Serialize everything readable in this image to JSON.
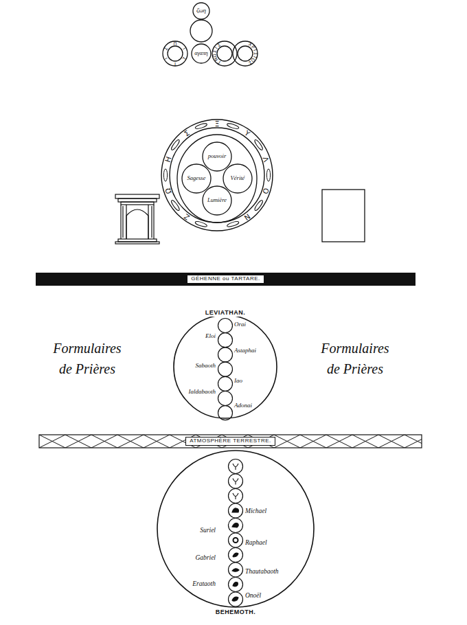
{
  "diagram": {
    "nodes": [
      {
        "text": [
          "ζωη"
        ]
      },
      {
        "text": [
          "ΠΙΣΤΙΣ"
        ]
      },
      {
        "text": [
          "αγαπη"
        ]
      },
      {
        "text": [
          "ΓΝΩΣΙΣ"
        ]
      },
      {
        "text": [
          "ΧΡΙΣΤΟΣ"
        ]
      },
      {
        "text": [
          "ΞΥΛΟΝ ΖΩΗΣ"
        ]
      },
      {
        "text": [
          "pouvoir"
        ],
        "in": 5
      },
      {
        "text": [
          "Sagesse"
        ],
        "in": 5
      },
      {
        "text": [
          "Vérité"
        ],
        "in": 5
      },
      {
        "text": [
          "Lumière"
        ],
        "in": 5
      },
      {
        "text": [
          "GÉHENNE ou TARTARE."
        ]
      },
      {
        "text": [
          "LEVIATHAN."
        ]
      },
      {
        "text": [
          "ATMOSPHÈRE TERRESTRE."
        ]
      },
      {
        "text": [
          "BEHEMOTH."
        ]
      }
    ],
    "labels": [
      "Formulaires de Prières",
      "Formulaires de Prières",
      "Orai",
      "Eloi",
      "Astaphai",
      "Sabaoth",
      "Iao",
      "Ialdabaoth",
      "Adonai",
      "Michael",
      "Suriel",
      "Raphael",
      "Gabriel",
      "Thautabaoth",
      "Erataoth",
      "Onoël"
    ]
  }
}
